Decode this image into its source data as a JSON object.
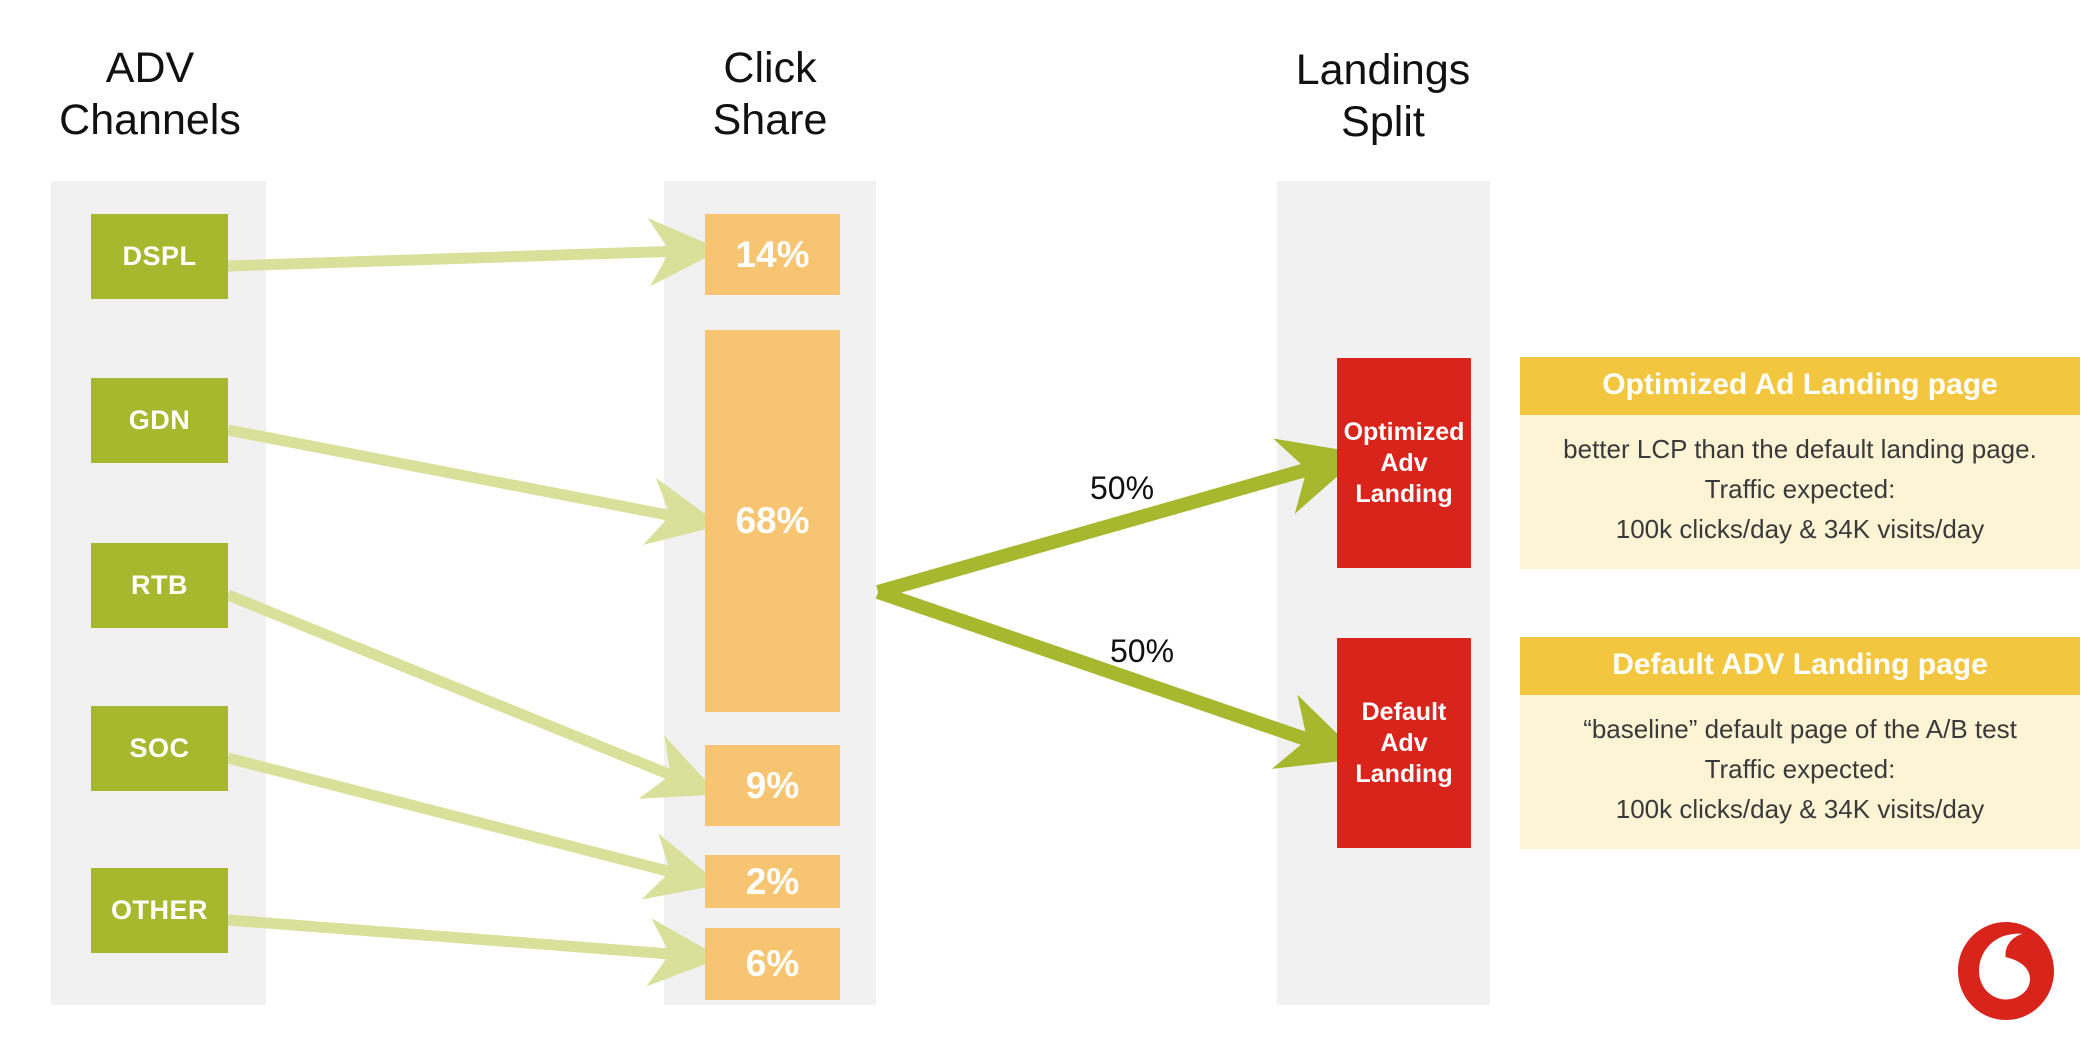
{
  "columns": [
    {
      "title": "ADV\nChannels"
    },
    {
      "title": "Click\nShare"
    },
    {
      "title": "Landings\nSplit"
    }
  ],
  "adv_channels": [
    {
      "label": "DSPL"
    },
    {
      "label": "GDN"
    },
    {
      "label": "RTB"
    },
    {
      "label": "SOC"
    },
    {
      "label": "OTHER"
    }
  ],
  "click_share": [
    {
      "label": "14%",
      "value": 14
    },
    {
      "label": "68%",
      "value": 68
    },
    {
      "label": "9%",
      "value": 9
    },
    {
      "label": "2%",
      "value": 2
    },
    {
      "label": "6%",
      "value": 6
    }
  ],
  "landings": [
    {
      "label": "Optimized\nAdv\nLanding"
    },
    {
      "label": "Default\nAdv\nLanding"
    }
  ],
  "split_labels": [
    {
      "text": "50%"
    },
    {
      "text": "50%"
    }
  ],
  "cards": [
    {
      "title": "Optimized Ad Landing page",
      "body": "better LCP than the default landing page.\nTraffic expected:\n100k clicks/day  & 34K visits/day"
    },
    {
      "title": "Default ADV Landing page",
      "body": "“baseline” default page of the A/B test\nTraffic expected:\n100k clicks/day  & 34K visits/day"
    }
  ],
  "logo": {
    "name": "vodafone-speechmark-logo"
  },
  "colors": {
    "panel_gray": "#f1f1f1",
    "channel_green": "#a7b82e",
    "arrow_light_green": "#d8e09a",
    "arrow_dark_green": "#a7b82e",
    "share_orange": "#f7c571",
    "landing_red": "#d9241c",
    "card_header_yellow": "#f3c63f",
    "card_body_cream": "#fcf4d4",
    "logo_red": "#d9241c"
  },
  "chart_data": {
    "type": "bar",
    "title": "Click Share",
    "categories": [
      "DSPL",
      "GDN",
      "RTB",
      "SOC",
      "OTHER"
    ],
    "values": [
      14,
      68,
      9,
      2,
      6
    ],
    "unit": "%",
    "xlabel": "ADV Channels",
    "ylabel": "Click Share",
    "ylim": [
      0,
      100
    ],
    "grid": false,
    "legend": "none",
    "annotations": [
      "Landings Split: Optimized Adv Landing 50%",
      "Landings Split: Default Adv Landing 50%"
    ]
  }
}
